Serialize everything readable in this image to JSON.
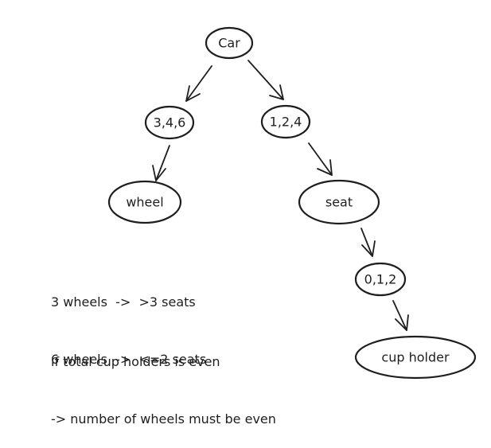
{
  "nodes": {
    "car": "Car",
    "wheels_options": "3,4,6",
    "seats_options": "1,2,4",
    "wheel": "wheel",
    "seat": "seat",
    "cup_options": "0,1,2",
    "cup_holder": "cup holder"
  },
  "notes": {
    "rule1_lines": [
      "3 wheels  ->  >3 seats",
      "6 wheels  ->  <=2 seats"
    ],
    "rule2_lines": [
      "if total cup holders is even",
      "-> number of wheels must be even"
    ]
  },
  "colors": {
    "stroke": "#1e1e1e",
    "background": "#ffffff"
  }
}
